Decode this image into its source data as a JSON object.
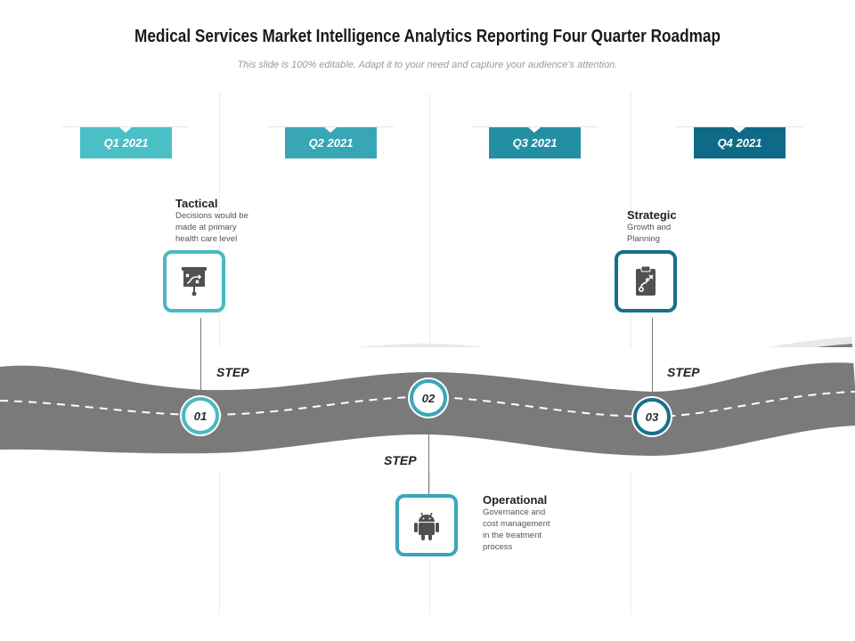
{
  "header": {
    "title": "Medical Services Market Intelligence Analytics Reporting Four Quarter Roadmap",
    "subtitle": "This slide is 100% editable. Adapt it to your need and capture your audience’s attention."
  },
  "quarters": [
    {
      "label": "Q1 2021",
      "color": "#4bbfc6"
    },
    {
      "label": "Q2 2021",
      "color": "#38a6b4"
    },
    {
      "label": "Q3 2021",
      "color": "#248fa3"
    },
    {
      "label": "Q4 2021",
      "color": "#0f6a87"
    }
  ],
  "steps": [
    {
      "number": "01",
      "step_label": "STEP",
      "heading": "Tactical",
      "description": [
        "Decisions would be",
        "made at primary",
        "health care level"
      ],
      "icon": "strategy-board-icon",
      "color": "#4ab8c1"
    },
    {
      "number": "02",
      "step_label": "STEP",
      "heading": "Operational",
      "description": [
        "Governance and",
        "cost management",
        "in the treatment",
        "process"
      ],
      "icon": "android-icon",
      "color": "#3aa6b9"
    },
    {
      "number": "03",
      "step_label": "STEP",
      "heading": "Strategic",
      "description": [
        "Growth and",
        "Planning"
      ],
      "icon": "clipboard-plan-icon",
      "color": "#176f8c"
    }
  ],
  "colors": {
    "road": "#7a7a7a",
    "road_edge": "#e8e8e8",
    "road_dash": "#ffffff"
  }
}
